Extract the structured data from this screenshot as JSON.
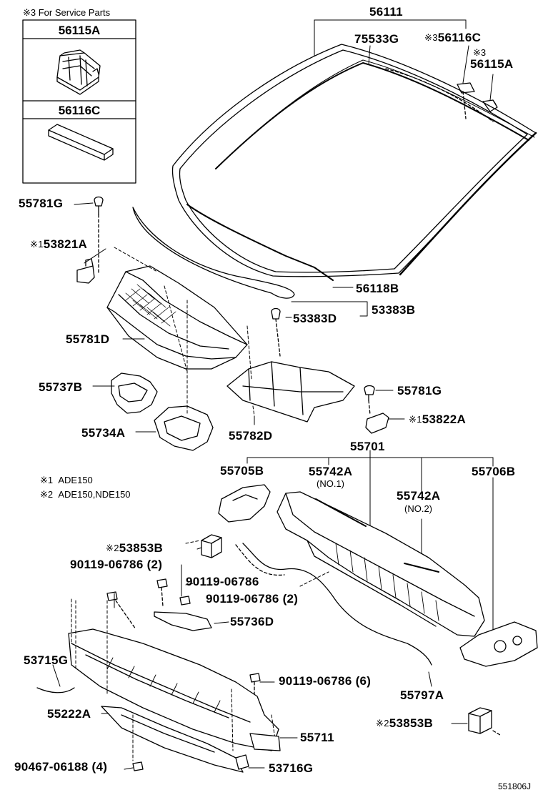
{
  "service_box": {
    "header": "※3 For Service Parts",
    "part_a": "56115A",
    "part_c": "56116C"
  },
  "notes": {
    "note1_mark": "※1",
    "note1_text": "ADE150",
    "note2_mark": "※2",
    "note2_text": "ADE150,NDE150"
  },
  "labels": {
    "p56111": "56111",
    "p75533G": "75533G",
    "p56116C_mark": "※3",
    "p56116C": "56116C",
    "p56115A_mark": "※3",
    "p56115A": "56115A",
    "p55781G_top": "55781G",
    "p53821A_mark": "※1",
    "p53821A": "53821A",
    "p56118B": "56118B",
    "p53383D": "53383D",
    "p53383B": "53383B",
    "p55781D": "55781D",
    "p55737B": "55737B",
    "p55781G_right": "55781G",
    "p53822A_mark": "※1",
    "p53822A": "53822A",
    "p55734A": "55734A",
    "p55782D": "55782D",
    "p55701": "55701",
    "p55705B": "55705B",
    "p55742A_1": "55742A",
    "p55742A_1_sub": "(NO.1)",
    "p55706B": "55706B",
    "p55742A_2": "55742A",
    "p55742A_2_sub": "(NO.2)",
    "p53853B_top_mark": "※2",
    "p53853B_top": "53853B",
    "p90119_06786_2a": "90119-06786 (2)",
    "p90119_06786": "90119-06786",
    "p90119_06786_2b": "90119-06786 (2)",
    "p55736D": "55736D",
    "p53715G": "53715G",
    "p90119_06786_6": "90119-06786 (6)",
    "p55797A": "55797A",
    "p55222A": "55222A",
    "p53853B_bot_mark": "※2",
    "p53853B_bot": "53853B",
    "p55711": "55711",
    "p90467_06188_4": "90467-06188 (4)",
    "p53716G": "53716G"
  },
  "diagram_code": "551806J"
}
